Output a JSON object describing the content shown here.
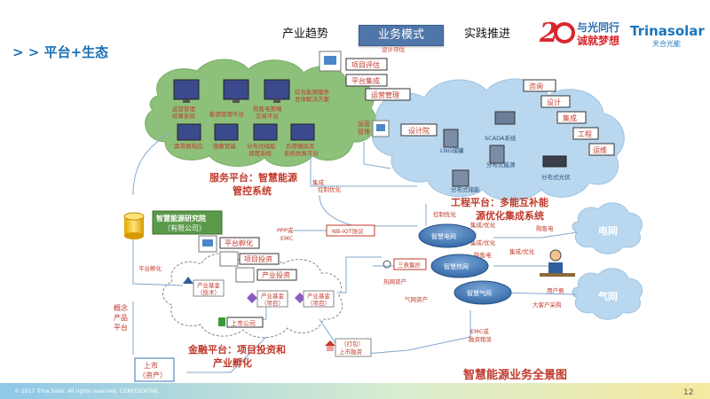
{
  "nav": {
    "tab1": "产业趋势",
    "tab2": "业务模式",
    "tab3": "实践推进"
  },
  "brand": {
    "anniv_text": "与光同行",
    "anniv_text2": "诚就梦想",
    "company_en": "Trinasolar",
    "company_cn": "天合光能"
  },
  "section_title": "> > 平台+生态",
  "service": {
    "n1": "运营管理",
    "n1b": "结算系统",
    "n2": "能源管理平台",
    "n3": "购售电策略",
    "n3b": "交易平台",
    "n4": "综合能源服务",
    "n4b": "总体解决方案",
    "n5": "需求侧响应",
    "n6": "微教管能",
    "n7": "分布式储能",
    "n7b": "调度系统",
    "n8": "负荷模拟及",
    "n8b": "系统仿真平台",
    "n9": "设计评估",
    "b1": "项目评估",
    "b2": "平台集成",
    "b3": "运营管理",
    "b4": "运营",
    "b4b": "管理",
    "title1": "服务平台：智慧能源",
    "title2": "管控系统"
  },
  "eng": {
    "n1": "设计院",
    "n2": "SCADA系统",
    "n3": "LNG储罐",
    "n4": "分布式能源",
    "n5": "分布式光伏",
    "n6": "分布式储能",
    "b1": "咨询",
    "b2": "设计",
    "b3": "集成",
    "b4": "工程",
    "b5": "运维",
    "title1": "工程平台：多能互补能",
    "title2": "源优化集成系统"
  },
  "flows": {
    "jicheng": "集成",
    "control1": "控制优化",
    "control2": "控制优化",
    "ppp": "PPP或",
    "emc": "EMC",
    "nbiot": "NB-IOT协议",
    "jc2": "集成/优化",
    "jc3": "集成/优化",
    "jc4": "集成/优化",
    "gsd1": "购售电",
    "gsd2": "购售电",
    "rlzc": "热网资产",
    "qwzc": "气网资产",
    "yhc": "用户侧",
    "dkh": "大客户采购",
    "emc2": "EMC或",
    "emc2b": "融资租赁",
    "pthf": "平台孵化"
  },
  "networks": {
    "n1": "智慧电网",
    "n2": "智慧热网",
    "n3": "智慧气网",
    "hub": "三表集抄",
    "grid": "电网",
    "gas": "气网"
  },
  "finance": {
    "institute": "智慧能源研究院",
    "institute2": "（有限公司）",
    "b1": "平台孵化",
    "b2": "项目投资",
    "b3": "产业投资",
    "f1": "产业基金",
    "f1b": "（技术）",
    "f2": "产业基金",
    "f2b": "（项目）",
    "f3": "产业基金",
    "f3b": "（项目）",
    "listed": "上市公司",
    "pack": "（打包）",
    "pack2": "上市融资",
    "title1": "金融平台：项目投资和",
    "title2": "产业孵化",
    "concept": "概念",
    "product": "产品",
    "platform": "平台",
    "ipo": "上市",
    "ipo2": "（资产）"
  },
  "caption": "智慧能源业务全景图",
  "footer": {
    "copyright": "© 2017 Trina Solar. All rights reserved. CONFIDENTIAL",
    "page": "12"
  },
  "colors": {
    "accent": "#c0392b",
    "cloud_green": "#8dc07a",
    "cloud_blue": "#b9d7ef",
    "oval_blue": "#3f77b4",
    "nav_active": "#4f76a8"
  }
}
